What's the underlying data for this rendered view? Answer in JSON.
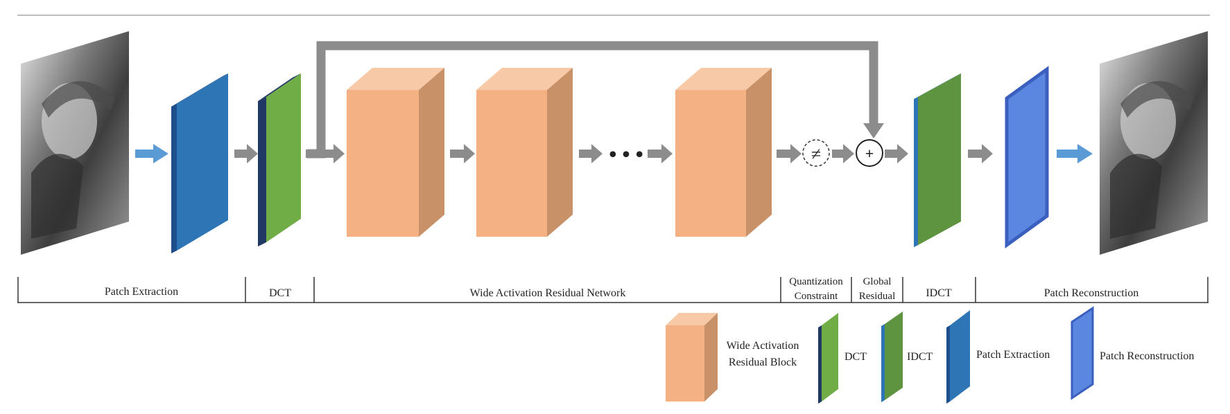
{
  "stages": [
    {
      "key": "patch_extraction",
      "label": "Patch Extraction"
    },
    {
      "key": "dct",
      "label": "DCT"
    },
    {
      "key": "wide_activation",
      "label": "Wide Activation Residual Network"
    },
    {
      "key": "quantization",
      "label_line1": "Quantization",
      "label_line2": "Constraint"
    },
    {
      "key": "global_residual",
      "label_line1": "Global",
      "label_line2": "Residual"
    },
    {
      "key": "idct",
      "label": "IDCT"
    },
    {
      "key": "patch_reconstruction",
      "label": "Patch Reconstruction"
    }
  ],
  "legend": {
    "wide_block_line1": "Wide Activation",
    "wide_block_line2": "Residual Block",
    "dct": "DCT",
    "idct": "IDCT",
    "patch_extraction": "Patch  Extraction",
    "patch_reconstruction": "Patch  Reconstruction"
  },
  "symbols": {
    "ellipsis": "• • •",
    "sum": "+",
    "quant": "≠"
  },
  "colors": {
    "arrow_gray": "#8c8c8c",
    "arrow_blue": "#5b9bd5",
    "block_front": "#f4b183",
    "block_side": "#c99167",
    "block_top": "#f8c9a6",
    "dct_green": "#70ad47",
    "idct_green": "#5e9440",
    "extraction_blue": "#2e75b6",
    "reconstruction_blue": "#5b87e0"
  }
}
